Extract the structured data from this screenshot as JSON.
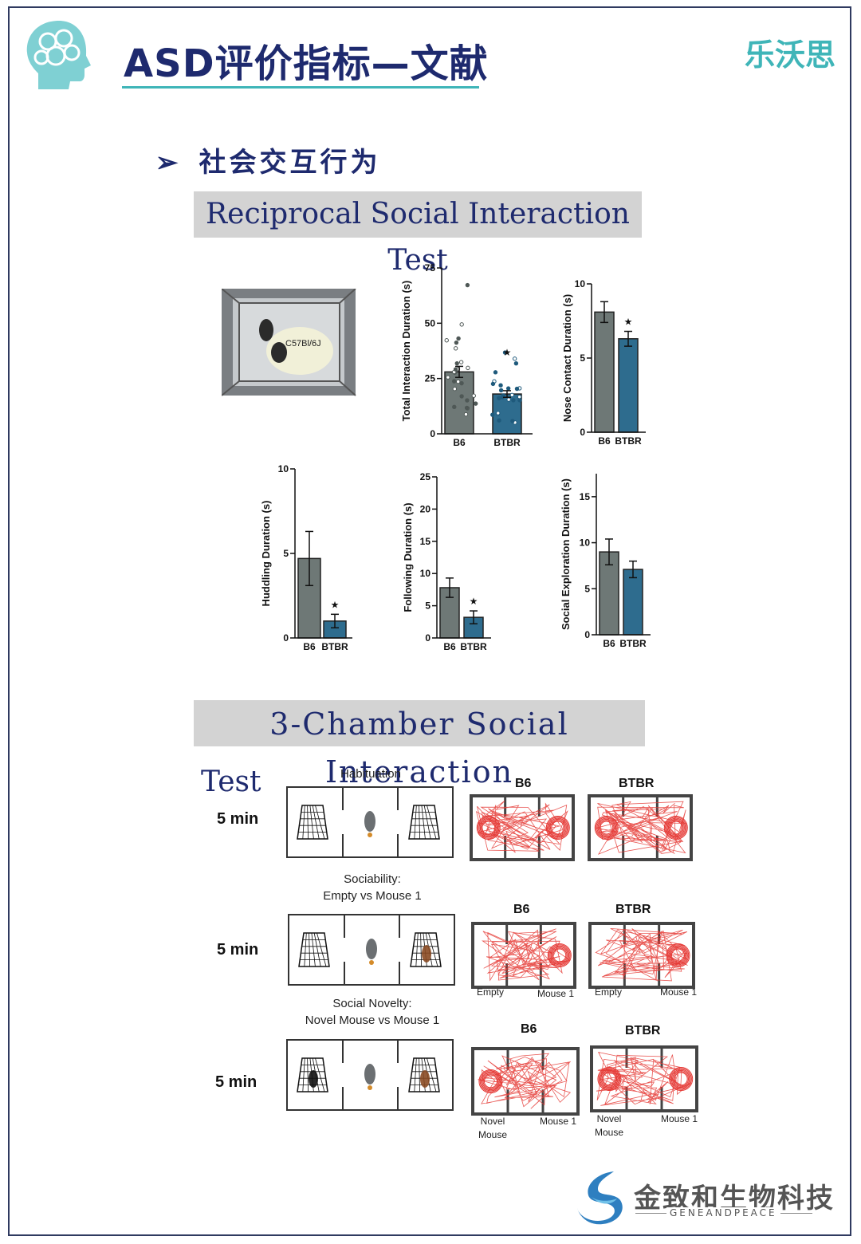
{
  "header": {
    "title": "ASD评价指标—文献",
    "brand": "乐沃思"
  },
  "section": {
    "bullet": "➢",
    "heading": "社会交互行为"
  },
  "rsi": {
    "banner": "Reciprocal Social Interaction Test",
    "cage_label": "C57Bl/6J"
  },
  "chart_data": [
    {
      "type": "bar",
      "ylabel": "Total Interaction Duration (s)",
      "categories": [
        "B6",
        "BTBR"
      ],
      "values": [
        28,
        18
      ],
      "errors": [
        2.5,
        1.5
      ],
      "ylim": [
        0,
        75
      ],
      "yticks": [
        0,
        25,
        50,
        75
      ],
      "significance": [
        "",
        "★"
      ],
      "individual_points": true
    },
    {
      "type": "bar",
      "ylabel": "Nose Contact Duration (s)",
      "categories": [
        "B6",
        "BTBR"
      ],
      "values": [
        8.1,
        6.3
      ],
      "errors": [
        0.7,
        0.5
      ],
      "ylim": [
        0,
        10
      ],
      "yticks": [
        0,
        5,
        10
      ],
      "significance": [
        "",
        "★"
      ]
    },
    {
      "type": "bar",
      "ylabel": "Huddling Duration (s)",
      "categories": [
        "B6",
        "BTBR"
      ],
      "values": [
        4.7,
        1.0
      ],
      "errors": [
        1.6,
        0.4
      ],
      "ylim": [
        0,
        10
      ],
      "yticks": [
        0,
        5,
        10
      ],
      "significance": [
        "",
        "★"
      ]
    },
    {
      "type": "bar",
      "ylabel": "Following Duration (s)",
      "categories": [
        "B6",
        "BTBR"
      ],
      "values": [
        7.8,
        3.2
      ],
      "errors": [
        1.5,
        1.0
      ],
      "ylim": [
        0,
        25
      ],
      "yticks": [
        0,
        5,
        10,
        15,
        20,
        25
      ],
      "significance": [
        "",
        "★"
      ]
    },
    {
      "type": "bar",
      "ylabel": "Social Exploration Duration  (s)",
      "categories": [
        "B6",
        "BTBR"
      ],
      "values": [
        9.0,
        7.1
      ],
      "errors": [
        1.4,
        0.9
      ],
      "ylim": [
        0,
        17.5
      ],
      "yticks": [
        0,
        5,
        10,
        15
      ],
      "significance": [
        "",
        ""
      ]
    }
  ],
  "three_chamber": {
    "banner": "3-Chamber Social Interaction",
    "test_label": "Test",
    "stages": [
      {
        "duration": "5 min",
        "title_lines": [
          "Habituation"
        ],
        "track_labels": [
          "B6",
          "BTBR"
        ],
        "left_sub": [
          "",
          ""
        ],
        "right_sub": [
          "",
          ""
        ]
      },
      {
        "duration": "5 min",
        "title_lines": [
          "Sociability:",
          "Empty vs Mouse 1"
        ],
        "track_labels": [
          "B6",
          "BTBR"
        ],
        "left_sub": [
          "Empty",
          "Mouse 1"
        ],
        "right_sub": [
          "Empty",
          "Mouse 1"
        ]
      },
      {
        "duration": "5 min",
        "title_lines": [
          "Social Novelty:",
          "Novel Mouse vs Mouse 1"
        ],
        "track_labels": [
          "B6",
          "BTBR"
        ],
        "left_sub": [
          "Novel\nMouse",
          "Mouse 1"
        ],
        "right_sub": [
          "Novel\nMouse",
          "Mouse 1"
        ]
      }
    ]
  },
  "footer": {
    "company_cn": "金致和生物科技",
    "company_en": "GENEANDPEACE"
  },
  "colors": {
    "navy": "#1e2a6e",
    "teal": "#3fb5b8",
    "b6_bar": "#6e7876",
    "btbr_bar": "#2e6c8e",
    "track_red": "#e53935"
  }
}
